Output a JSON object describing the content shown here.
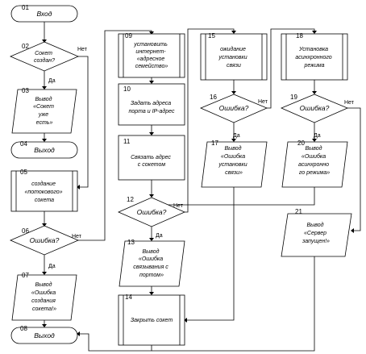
{
  "nodes": [
    {
      "id": "n01",
      "num": "01",
      "lines": [
        "Вход"
      ]
    },
    {
      "id": "n02",
      "num": "02",
      "lines": [
        "Сокет",
        "создан?"
      ]
    },
    {
      "id": "n03",
      "num": "03",
      "lines": [
        "Вывод",
        "«Сокет",
        "уже",
        "есть»"
      ]
    },
    {
      "id": "n04",
      "num": "04",
      "lines": [
        "Выход"
      ]
    },
    {
      "id": "n05",
      "num": "05",
      "lines": [
        "создание",
        "«потокового»",
        "сокета"
      ]
    },
    {
      "id": "n06",
      "num": "06",
      "lines": [
        "Ошибка?"
      ]
    },
    {
      "id": "n07",
      "num": "07",
      "lines": [
        "Вывод",
        "«Ошибка",
        "создания",
        "сокета!»"
      ]
    },
    {
      "id": "n08",
      "num": "08",
      "lines": [
        "Выход"
      ]
    },
    {
      "id": "n09",
      "num": "09",
      "lines": [
        "установить",
        "интернет-",
        "«адресное",
        "семейство»"
      ]
    },
    {
      "id": "n10",
      "num": "10",
      "lines": [
        "Задать адреса",
        "порта и IP-адрес"
      ]
    },
    {
      "id": "n11",
      "num": "11",
      "lines": [
        "Связать адрес",
        "с сокетом"
      ]
    },
    {
      "id": "n12",
      "num": "12",
      "lines": [
        "Ошибка?"
      ]
    },
    {
      "id": "n13",
      "num": "13",
      "lines": [
        "Вывод",
        "«Ошибка",
        "связывания с",
        "портом»"
      ]
    },
    {
      "id": "n14",
      "num": "14",
      "lines": [
        "Закрыть сокет"
      ]
    },
    {
      "id": "n15",
      "num": "15",
      "lines": [
        "ожидание",
        "установки",
        "связи"
      ]
    },
    {
      "id": "n16",
      "num": "16",
      "lines": [
        "Ошибка?"
      ]
    },
    {
      "id": "n17",
      "num": "17",
      "lines": [
        "Вывод",
        "«Ошибка",
        "установки",
        "связи»"
      ]
    },
    {
      "id": "n18",
      "num": "18",
      "lines": [
        "Установка",
        "асинхронного",
        "режима"
      ]
    },
    {
      "id": "n19",
      "num": "19",
      "lines": [
        "Ошибка?"
      ]
    },
    {
      "id": "n20",
      "num": "20",
      "lines": [
        "Вывод",
        "«Ошибка",
        "асинхронно",
        "го режима»"
      ]
    },
    {
      "id": "n21",
      "num": "21",
      "lines": [
        "Вывод",
        "«Сервер",
        "запущен!»"
      ]
    }
  ],
  "branch_labels": {
    "yes": "Да",
    "no": "Нет"
  }
}
